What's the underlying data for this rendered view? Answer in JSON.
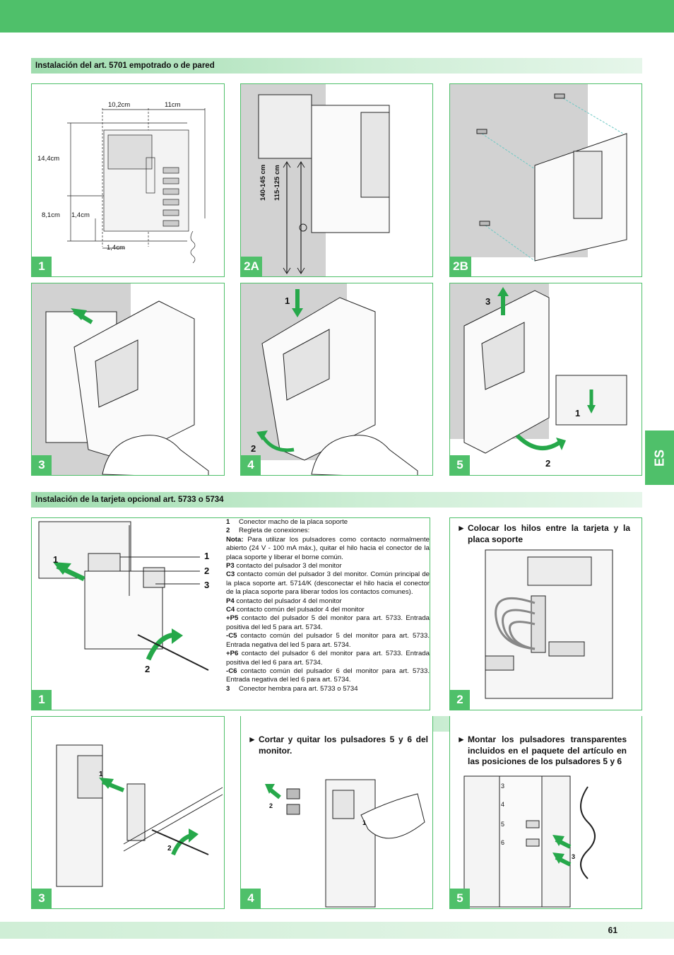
{
  "header": {
    "color": "#4fc06a"
  },
  "sections": {
    "s1_title": "Instalación del art. 5701 empotrado o de pared",
    "s2_title": "Instalación de la tarjeta opcional art. 5733 o 5734",
    "s3_title": "Sólo para la tarjeta opcional art. 5734"
  },
  "side_tab": "ES",
  "page_number": "61",
  "fig1": {
    "badge": "1",
    "dims": {
      "w1": "10,2cm",
      "w2": "11cm",
      "h1": "14,4cm",
      "h2": "8,1cm",
      "h3": "1,4cm",
      "b1": "1,4cm"
    }
  },
  "fig2a": {
    "badge": "2A",
    "h_range1": "140-145 cm",
    "h_range2": "115-125 cm"
  },
  "fig2b": {
    "badge": "2B"
  },
  "fig3": {
    "badge": "3"
  },
  "fig4": {
    "badge": "4",
    "step1": "1",
    "step2": "2"
  },
  "fig5": {
    "badge": "5",
    "step1": "1",
    "step2": "2",
    "step3": "3"
  },
  "card": {
    "fig1_badge": "1",
    "fig1_l1": "1",
    "fig1_l2": "2",
    "fig1_l3": "3",
    "fig1_l4": "1",
    "fig1_l5": "2",
    "fig2_badge": "2",
    "fig3_badge": "3",
    "fig3_l1": "1",
    "fig3_l2": "2",
    "fig4_badge": "4",
    "fig4_l1": "2",
    "fig4_l2": "1",
    "fig5_badge": "5",
    "fig5_l1": "3",
    "fig5_n3": "3",
    "fig5_n4": "4",
    "fig5_n5": "5",
    "fig5_n6": "6"
  },
  "legend": {
    "i1_num": "1",
    "i1_text": "Conector macho de la placa soporte",
    "i2_num": "2",
    "i2_text": "Regleta de conexiones:",
    "nota_label": "Nota:",
    "nota_text": " Para utilizar los pulsadores como contacto normalmente abierto (24 V - 100 mA máx.), quitar el hilo hacia el conector de la placa soporte y liberar el borne común.",
    "p3_label": "P3",
    "p3_text": " contacto del pulsador 3 del monitor",
    "c3_label": "C3",
    "c3_text": " contacto común del pulsador 3 del monitor. Común principal de la placa soporte art. 5714/K (desconectar el hilo hacia el conector de la placa soporte para liberar todos los contactos comunes).",
    "p4_label": "P4",
    "p4_text": " contacto del pulsador 4 del monitor",
    "c4_label": "C4",
    "c4_text": " contacto común del pulsador 4 del monitor",
    "p5_label": "+P5",
    "p5_text": " contacto del pulsador 5 del monitor para art. 5733. Entrada positiva del led 5 para art. 5734.",
    "c5_label": "-C5",
    "c5_text": " contacto común del pulsador 5 del monitor para art. 5733. Entrada negativa del led 5 para art. 5734.",
    "p6_label": "+P6",
    "p6_text": " contacto del pulsador 6 del monitor para art. 5733. Entrada positiva del led 6 para art. 5734.",
    "c6_label": "-C6",
    "c6_text": " contacto común del pulsador 6 del monitor para art. 5733. Entrada negativa del led 6 para art. 5734.",
    "i3_num": "3",
    "i3_text": "Conector hembra para art. 5733 o 5734"
  },
  "instructions": {
    "arrow": "►",
    "wires": "Colocar los hilos entre la tarjeta y la placa soporte",
    "cut": "Cortar y quitar los pulsadores 5 y 6 del monitor.",
    "mount": "Montar los pulsadores transparentes incluidos en el paquete del artículo en las posiciones de los pulsadores 5 y 6"
  }
}
